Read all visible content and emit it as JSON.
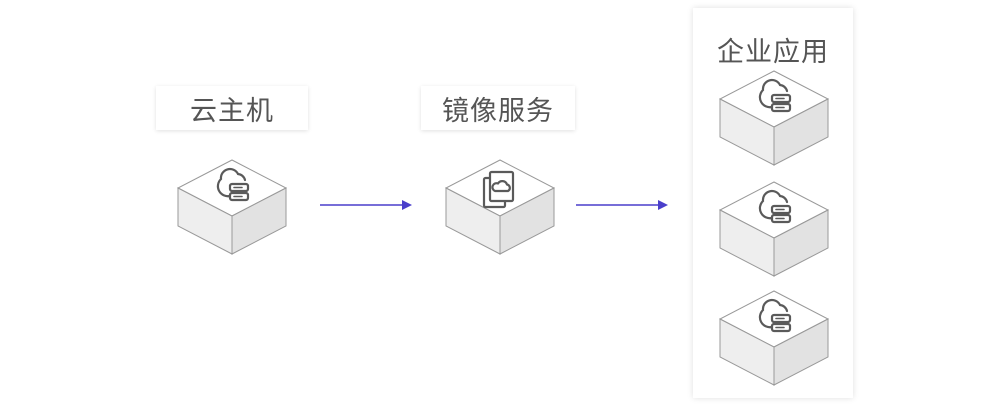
{
  "nodes": {
    "host": {
      "label": "云主机",
      "icon": "cloud-server-icon"
    },
    "image_service": {
      "label": "镜像服务",
      "icon": "cloud-image-icon"
    },
    "enterprise_apps": {
      "label": "企业应用",
      "items": [
        {
          "icon": "cloud-server-icon"
        },
        {
          "icon": "cloud-server-icon"
        },
        {
          "icon": "cloud-server-icon"
        }
      ]
    }
  },
  "edges": [
    {
      "from": "host",
      "to": "image_service"
    },
    {
      "from": "image_service",
      "to": "enterprise_apps"
    }
  ],
  "colors": {
    "arrow": "#4a3fcb",
    "label_text": "#555555",
    "cube_top": "#ffffff",
    "cube_left": "#eeeeee",
    "cube_right": "#e2e2e2",
    "cube_edge": "#999999",
    "icon": "#5a5a5a"
  }
}
